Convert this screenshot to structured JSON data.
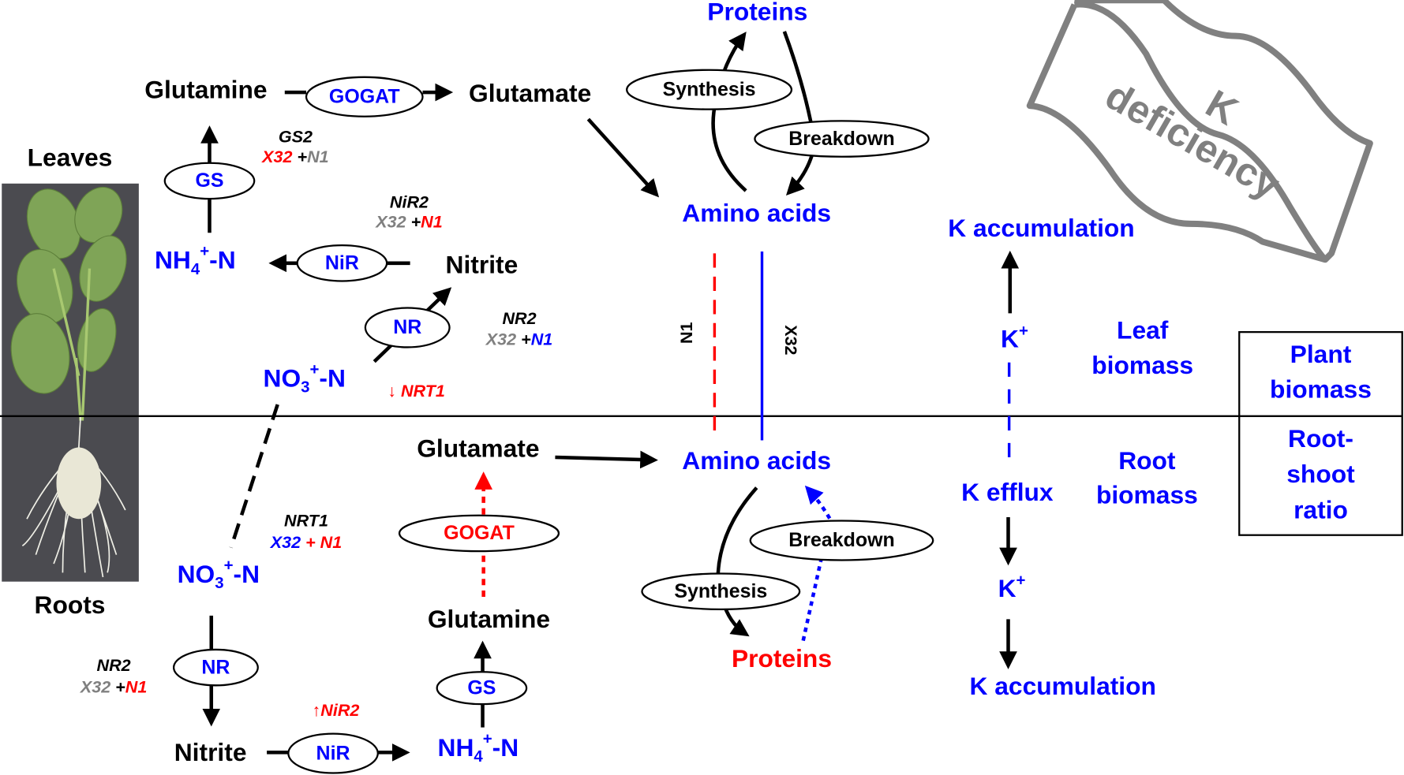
{
  "colors": {
    "blue": "#0000ff",
    "red": "#ff0000",
    "gray": "#808080",
    "black": "#000000"
  },
  "plant": {
    "leaves_label": "Leaves",
    "roots_label": "Roots"
  },
  "leaf": {
    "glutamine": "Glutamine",
    "gogat": "GOGAT",
    "glutamate": "Glutamate",
    "gs": "GS",
    "gs2_gene": "GS2",
    "gs2_x32": "X32",
    "gs2_plus": " +",
    "gs2_n1": "N1",
    "nh4_main": "NH",
    "nh4_sub": "4",
    "nh4_sup": "+",
    "nh4_tail": "-N",
    "nir": "NiR",
    "nitrite": "Nitrite",
    "nir2_gene": "NiR2",
    "nir2_x32": "X32",
    "nir2_plus": " +",
    "nir2_n1": "N1",
    "nr": "NR",
    "nr2_gene": "NR2",
    "nr2_x32": "X32",
    "nr2_plus": " +",
    "nr2_n1": "N1",
    "no3_main": "NO",
    "no3_sub": "3",
    "no3_sup": "+",
    "no3_tail": "-N",
    "nrt1_down": "↓ NRT1",
    "amino_acids": "Amino acids",
    "proteins": "Proteins",
    "synthesis": "Synthesis",
    "breakdown": "Breakdown"
  },
  "root": {
    "nrt1_gene": "NRT1",
    "nrt1_x32": "X32",
    "nrt1_plus": " + ",
    "nrt1_n1": "N1",
    "no3_main": "NO",
    "no3_sub": "3",
    "no3_sup": "+",
    "no3_tail": "-N",
    "nr": "NR",
    "nr2_gene": "NR2",
    "nr2_x32": "X32",
    "nr2_plus": " +",
    "nr2_n1": "N1",
    "nitrite": "Nitrite",
    "nir": "NiR",
    "nir2_up": "↑NiR2",
    "nh4_main": "NH",
    "nh4_sub": "4",
    "nh4_sup": "+",
    "nh4_tail": "-N",
    "gs": "GS",
    "glutamine": "Glutamine",
    "gogat": "GOGAT",
    "glutamate": "Glutamate",
    "amino_acids": "Amino acids",
    "synthesis": "Synthesis",
    "breakdown": "Breakdown",
    "proteins": "Proteins"
  },
  "cultivars": {
    "n1": "N1",
    "x32": "X32"
  },
  "potassium": {
    "k_accumulation_leaf": "K accumulation",
    "k_plus_leaf": "K",
    "k_plus_leaf_sup": "+",
    "k_efflux": "K efflux",
    "k_plus_root": "K",
    "k_plus_root_sup": "+",
    "k_accumulation_root": "K accumulation"
  },
  "biomass": {
    "leaf_1": "Leaf",
    "leaf_2": "biomass",
    "root_1": "Root",
    "root_2": "biomass",
    "plant_1": "Plant",
    "plant_2": "biomass",
    "ratio_1": "Root-",
    "ratio_2": "shoot",
    "ratio_3": "ratio"
  },
  "banner": {
    "line1": "K",
    "line2": "deficiency"
  }
}
